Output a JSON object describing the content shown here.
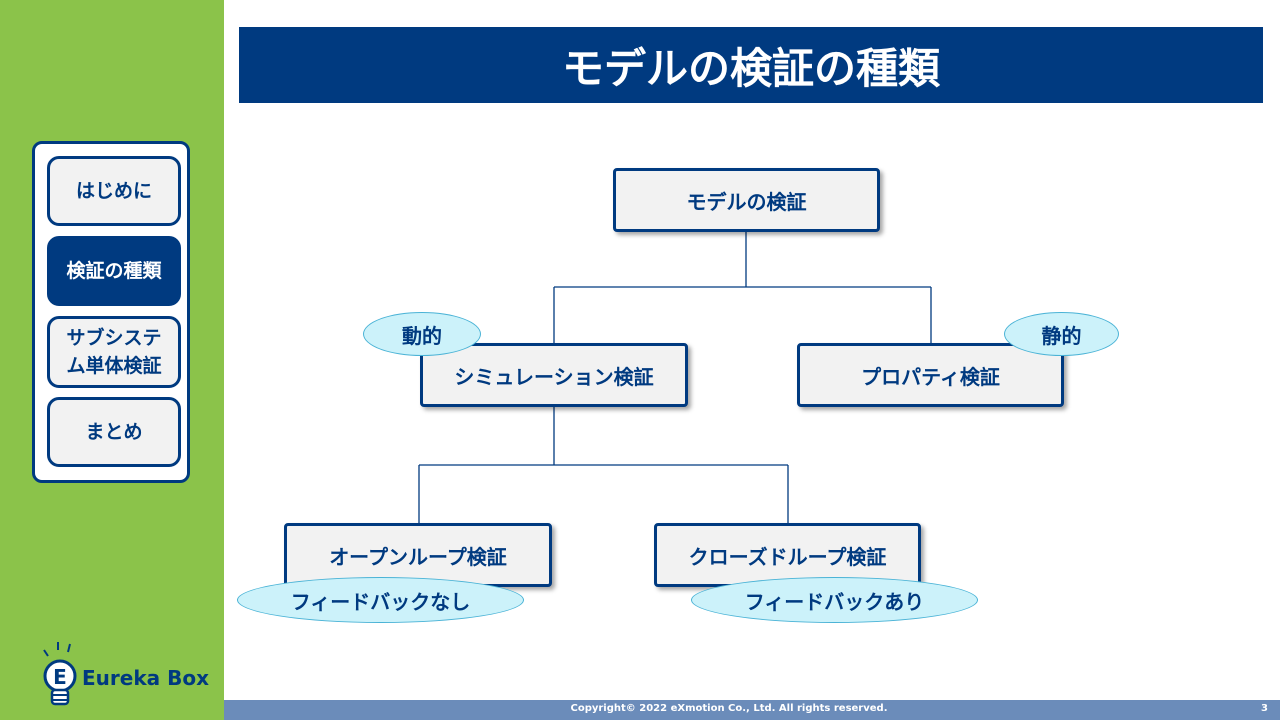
{
  "title": "モデルの検証の種類",
  "nav": {
    "items": [
      {
        "label": "はじめに",
        "active": false
      },
      {
        "label": "検証の種類",
        "active": true
      },
      {
        "label": "サブシステム単体検証",
        "active": false
      },
      {
        "label": "まとめ",
        "active": false
      }
    ]
  },
  "logo": {
    "text": "Eureka Box"
  },
  "diagram": {
    "root": "モデルの検証",
    "simulation": "シミュレーション検証",
    "property": "プロパティ検証",
    "open_loop": "オープンループ検証",
    "closed_loop": "クローズドループ検証",
    "dynamic_tag": "動的",
    "static_tag": "静的",
    "no_feedback_tag": "フィードバックなし",
    "feedback_tag": "フィードバックあり"
  },
  "footer": {
    "copyright": "Copyright© 2022 eXmotion Co., Ltd. All rights reserved.",
    "page": "3"
  },
  "colors": {
    "navy": "#003a80",
    "green": "#8bc34a",
    "oval": "#ccf2fa",
    "footer": "#6b8cba"
  }
}
